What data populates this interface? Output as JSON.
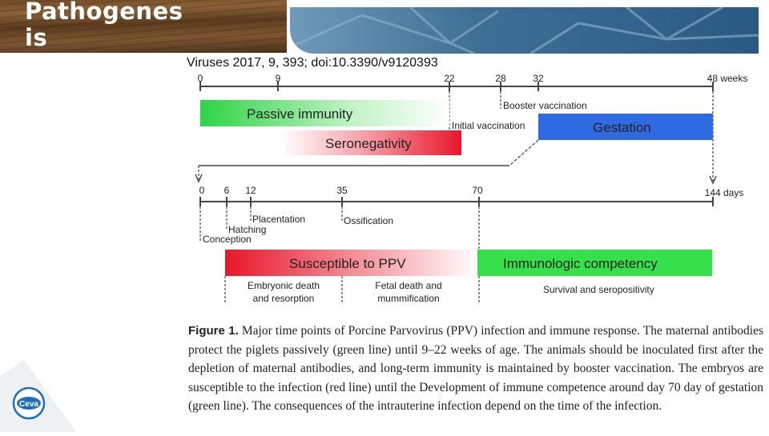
{
  "slide": {
    "title": "Pathogenes is",
    "citation": "Viruses 2017, 9, 393; doi:10.3390/v9120393"
  },
  "colors": {
    "passive_immunity": "#34d84a",
    "seronegativity": "#e8162b",
    "gestation": "#2f6be0",
    "susceptible": "#e8162b",
    "immunologic": "#36e04a",
    "banner_blue": "#3e6f95",
    "wood": "#6e4a28"
  },
  "timeline_weeks": {
    "ticks": [
      "0",
      "9",
      "22",
      "28",
      "32",
      "48 weeks"
    ],
    "values": [
      0,
      9,
      22,
      28,
      32,
      48
    ],
    "unit": "weeks",
    "events": {
      "booster": "Booster vaccination",
      "initial": "Initial vaccination"
    },
    "bars": {
      "passive": "Passive immunity",
      "seroneg": "Seronegativity",
      "gestation": "Gestation"
    }
  },
  "timeline_days": {
    "ticks": [
      "0",
      "6",
      "12",
      "35",
      "70",
      "144 days"
    ],
    "values": [
      0,
      6,
      12,
      35,
      70,
      144
    ],
    "unit": "days",
    "events": {
      "placentation": "Placentation",
      "hatching": "Hatching",
      "conception": "Conception",
      "ossification": "Ossification"
    },
    "bars": {
      "susceptible": "Susceptible to PPV",
      "immunologic": "Immunologic competency"
    },
    "outcomes": {
      "embryonic_1": "Embryonic death",
      "embryonic_2": "and resorption",
      "fetal_1": "Fetal death and",
      "fetal_2": "mummification",
      "survival": "Survival and seropositivity"
    }
  },
  "figure_caption": {
    "label": "Figure 1.",
    "text": "Major time points of Porcine Parvovirus (PPV) infection and immune response. The maternal antibodies protect the piglets passively (green line) until 9–22 weeks of age. The animals should be inoculated first after the depletion of maternal antibodies, and long-term immunity is maintained by booster vaccination. The embryos are susceptible to the infection (red line) until the Development of immune competence around day 70 day of gestation (green line). The consequences of the intrauterine infection depend on the time of the infection."
  },
  "logo": {
    "text": "Ceva"
  }
}
